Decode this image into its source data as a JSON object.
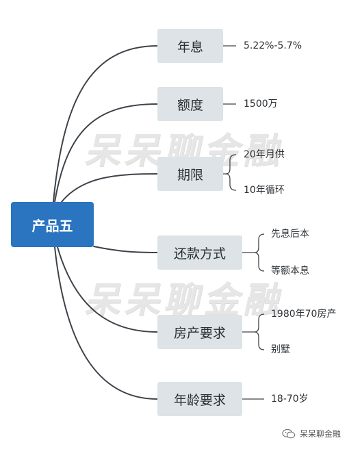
{
  "root": {
    "label": "产品五"
  },
  "watermark": "呆呆聊金融",
  "footer": {
    "brand": "呆呆聊金融"
  },
  "branches": [
    {
      "label": "年息",
      "leaves": [
        "5.22%-5.7%"
      ]
    },
    {
      "label": "额度",
      "leaves": [
        "1500万"
      ]
    },
    {
      "label": "期限",
      "leaves": [
        "20年月供",
        "10年循环"
      ]
    },
    {
      "label": "还款方式",
      "leaves": [
        "先息后本",
        "等额本息"
      ]
    },
    {
      "label": "房产要求",
      "leaves": [
        "1980年70房产",
        "别墅"
      ]
    },
    {
      "label": "年龄要求",
      "leaves": [
        "18-70岁"
      ]
    }
  ],
  "colors": {
    "root": "#2a74c0",
    "node": "#dde3e6",
    "line": "#3d4349"
  }
}
